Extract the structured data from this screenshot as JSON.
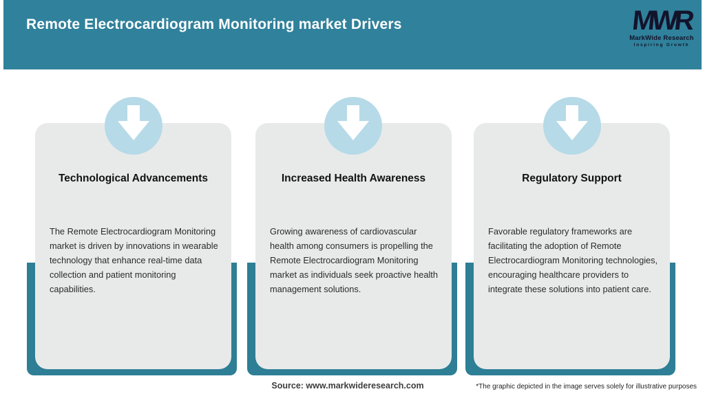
{
  "header": {
    "title": "Remote Electrocardiogram Monitoring market Drivers",
    "logo": {
      "acronym": "MWR",
      "name": "MarkWide Research",
      "tagline": "Inspiring Growth"
    }
  },
  "cards": [
    {
      "icon": "down-arrow-icon",
      "title": "Technological Advancements",
      "description": "The Remote Electrocardiogram Monitoring market is driven by innovations in wearable technology that enhance real-time data collection and patient monitoring capabilities."
    },
    {
      "icon": "down-arrow-icon",
      "title": "Increased Health Awareness",
      "description": "Growing awareness of cardiovascular health among consumers is propelling the Remote Electrocardiogram Monitoring market as individuals seek proactive health management solutions."
    },
    {
      "icon": "down-arrow-icon",
      "title": "Regulatory Support",
      "description": "Favorable regulatory frameworks are facilitating the adoption of Remote Electrocardiogram Monitoring technologies, encouraging healthcare providers to integrate these solutions into patient care."
    }
  ],
  "footer": {
    "source": "Source: www.markwideresearch.com",
    "disclaimer": "*The graphic depicted in the image serves solely for illustrative purposes"
  },
  "colors": {
    "header_teal": "#30819B",
    "backing_teal": "#2E7E95",
    "card_gray": "#E8EAEA",
    "circle_blue": "#B6DAE7",
    "logo_dark": "#13132B",
    "title_white": "#FFFFFF"
  }
}
